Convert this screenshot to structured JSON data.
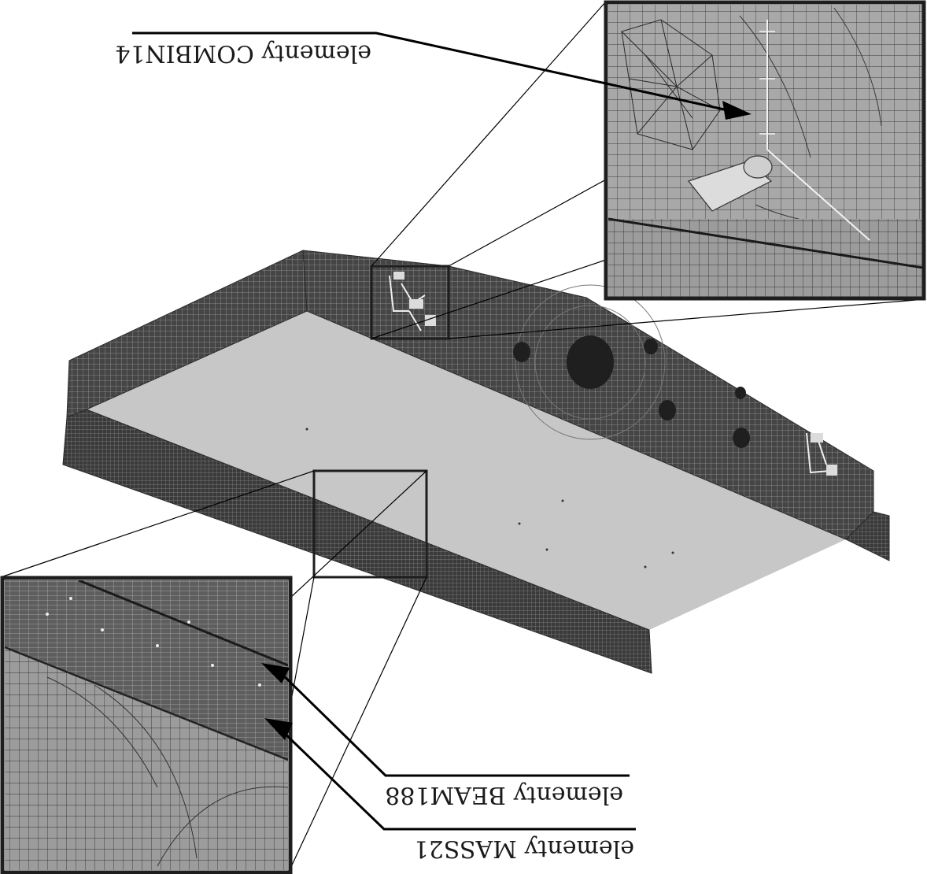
{
  "figure": {
    "labels": {
      "combin14": "elementy COMBIN14",
      "beam188": "elementy BEAM188",
      "mass21": "elementy MASS21"
    }
  },
  "colors": {
    "background": "#ffffff",
    "mesh_dark": "#3f3f3f",
    "mesh_light": "#8e8e8e",
    "floor_plate": "#c7c7c7",
    "zoom_fill": "#a9a9a9",
    "frame": "#1e1e1e",
    "leader": "#000000",
    "highlight": "#e8e8e8"
  },
  "icons": {
    "springs": "spring-element-icon",
    "arrows": "arrowhead-icon"
  }
}
